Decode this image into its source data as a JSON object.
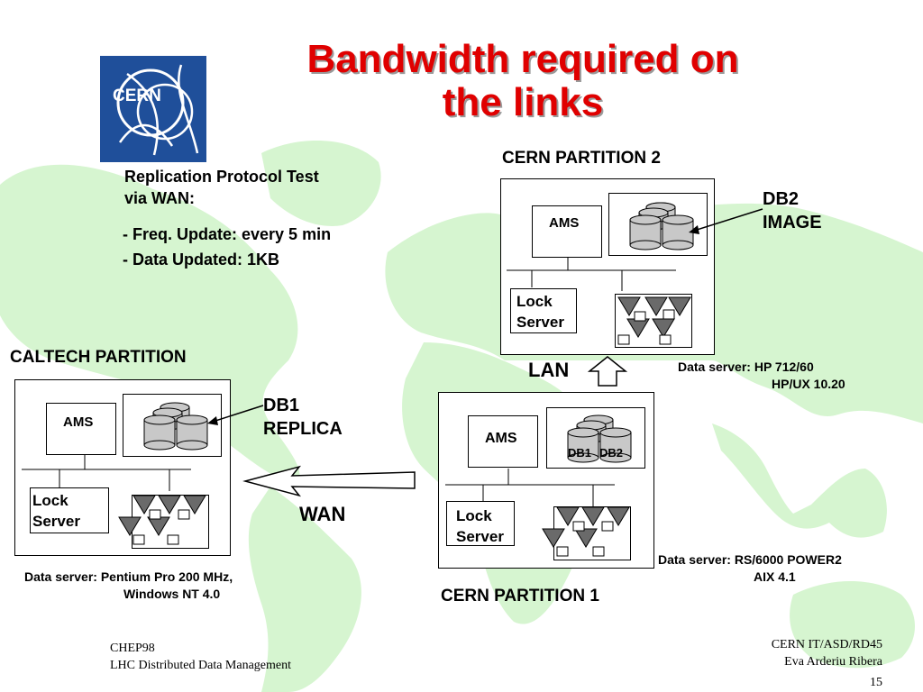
{
  "slide": {
    "title_line1": "Bandwidth required on",
    "title_line2": "the links",
    "logo_text": "CERN",
    "protocol": {
      "line1": "Replication Protocol Test",
      "line2": "via WAN:",
      "freq": "- Freq. Update:  every 5 min",
      "data": "- Data Updated: 1KB"
    },
    "caltech": {
      "title": "CALTECH PARTITION",
      "ams": "AMS",
      "lock1": "Lock",
      "lock2": "Server",
      "db_label1": "DB1",
      "db_label2": "REPLICA",
      "server1": "Data server:  Pentium Pro 200 MHz,",
      "server2": "Windows NT 4.0"
    },
    "p2": {
      "title": "CERN PARTITION 2",
      "ams": "AMS",
      "lock1": "Lock",
      "lock2": "Server",
      "db_label1": "DB2",
      "db_label2": "IMAGE",
      "server1": "Data server: HP 712/60",
      "server2": "HP/UX  10.20"
    },
    "p1": {
      "title": "CERN PARTITION 1",
      "ams": "AMS",
      "lock1": "Lock",
      "lock2": "Server",
      "db1": "DB1",
      "db2": "DB2",
      "server1": "Data server: RS/6000 POWER2",
      "server2": "AIX 4.1"
    },
    "lan": "LAN",
    "wan": "WAN",
    "footer": {
      "left1": "CHEP98",
      "left2": "LHC Distributed Data Management",
      "right1": "CERN IT/ASD/RD45",
      "right2": "Eva Arderiu Ribera",
      "page": "15"
    },
    "colors": {
      "title": "#e00000",
      "map": "#d6f5d0",
      "logo": "#1f4f9a",
      "db": "#c8c8c8"
    }
  }
}
